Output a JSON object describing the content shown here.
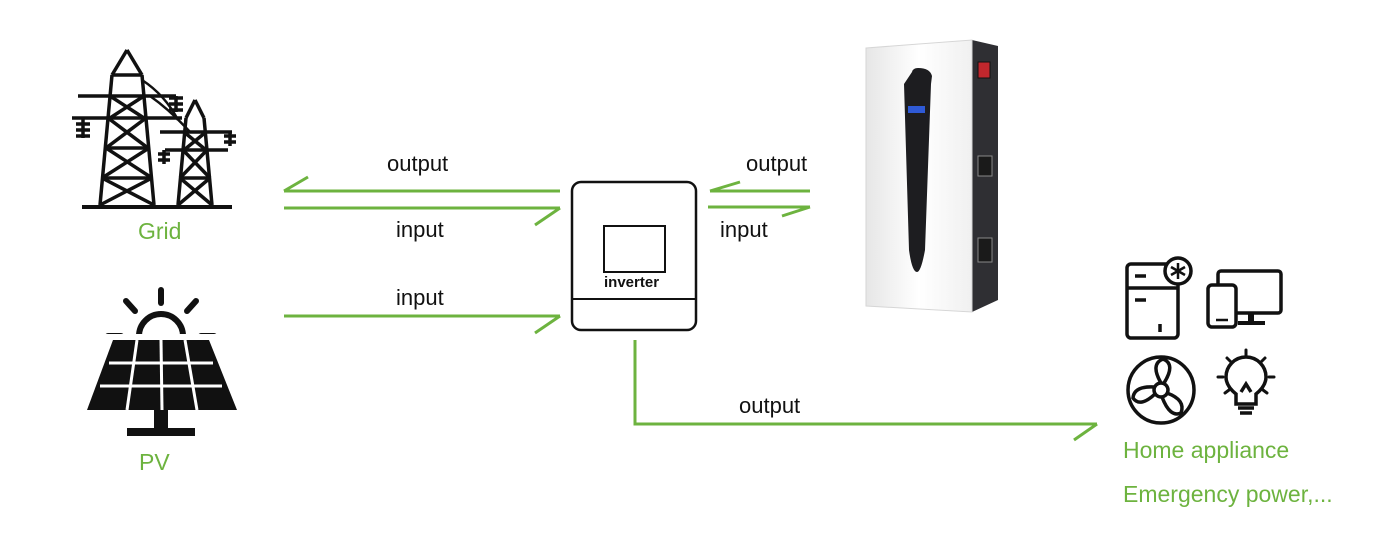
{
  "nodes": {
    "grid": "Grid",
    "pv": "PV",
    "inverter": "inverter",
    "home_appliance": "Home appliance",
    "emergency_power": "Emergency power,..."
  },
  "flows": {
    "grid_output": "output",
    "grid_input": "input",
    "pv_input": "input",
    "battery_output": "output",
    "battery_input": "input",
    "load_output": "output"
  },
  "colors": {
    "arrow": "#6db33f",
    "label_green": "#6db33f",
    "icon": "#111111"
  }
}
